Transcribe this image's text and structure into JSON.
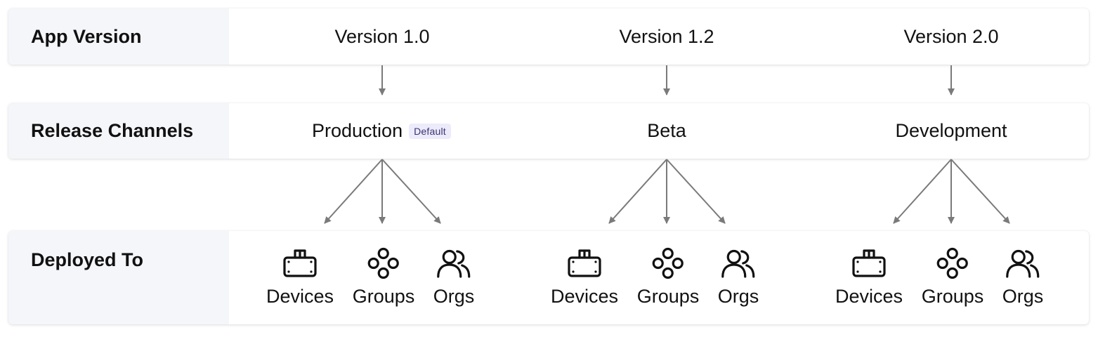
{
  "rows": {
    "version": {
      "label": "App Version"
    },
    "channels": {
      "label": "Release Channels"
    },
    "deploy": {
      "label": "Deployed To"
    }
  },
  "columns": [
    {
      "version": "Version 1.0",
      "channel": "Production",
      "badge": "Default",
      "targets": [
        {
          "label": "Devices",
          "icon": "device-icon"
        },
        {
          "label": "Groups",
          "icon": "groups-icon"
        },
        {
          "label": "Orgs",
          "icon": "orgs-icon"
        }
      ]
    },
    {
      "version": "Version 1.2",
      "channel": "Beta",
      "targets": [
        {
          "label": "Devices",
          "icon": "device-icon"
        },
        {
          "label": "Groups",
          "icon": "groups-icon"
        },
        {
          "label": "Orgs",
          "icon": "orgs-icon"
        }
      ]
    },
    {
      "version": "Version 2.0",
      "channel": "Development",
      "targets": [
        {
          "label": "Devices",
          "icon": "device-icon"
        },
        {
          "label": "Groups",
          "icon": "groups-icon"
        },
        {
          "label": "Orgs",
          "icon": "orgs-icon"
        }
      ]
    }
  ],
  "colors": {
    "arrow": "#7a7a7a",
    "badge_bg": "#ecebfb",
    "label_bg": "#f5f6fa"
  }
}
